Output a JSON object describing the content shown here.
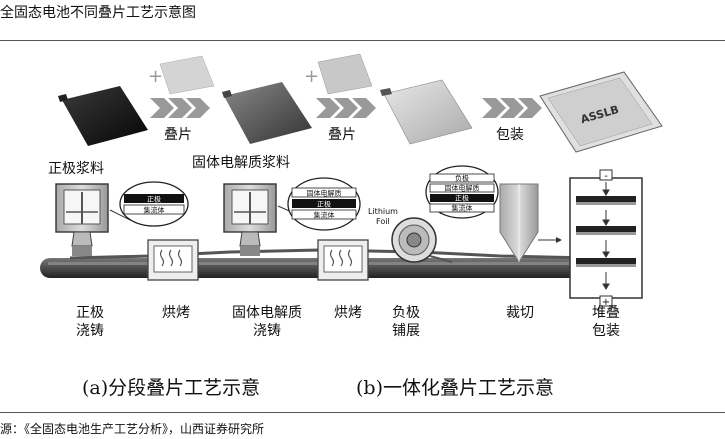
{
  "title": "全固态电池不同叠片工艺示意图",
  "top_row": {
    "step1_label": "叠片",
    "step2_label": "叠片",
    "step3_label": "包装",
    "cell_label": "ASSLB"
  },
  "process": {
    "cathode_slurry": "正极浆料",
    "electrolyte_slurry": "固体电解质浆料",
    "bubble1": [
      "正极",
      "集流体"
    ],
    "bubble2": [
      "固体电解质",
      "正极",
      "集流体"
    ],
    "bubble3": [
      "负极",
      "固体电解质",
      "正极",
      "集流体"
    ],
    "lithium_foil": [
      "Lithium",
      "Foil"
    ],
    "stack_terminal_top": "-",
    "stack_terminal_bottom": "+"
  },
  "steps": [
    {
      "line1": "正极",
      "line2": "浇铸"
    },
    {
      "line1": "烘烤",
      "line2": ""
    },
    {
      "line1": "固体电解质",
      "line2": "浇铸"
    },
    {
      "line1": "烘烤",
      "line2": ""
    },
    {
      "line1": "负极",
      "line2": "铺展"
    },
    {
      "line1": "裁切",
      "line2": ""
    },
    {
      "line1": "堆叠",
      "line2": "包装"
    }
  ],
  "captions": {
    "a": "(a)分段叠片工艺示意",
    "b": "(b)一体化叠片工艺示意"
  },
  "source": "源：《全固态电池生产工艺分析》，山西证券研究所"
}
